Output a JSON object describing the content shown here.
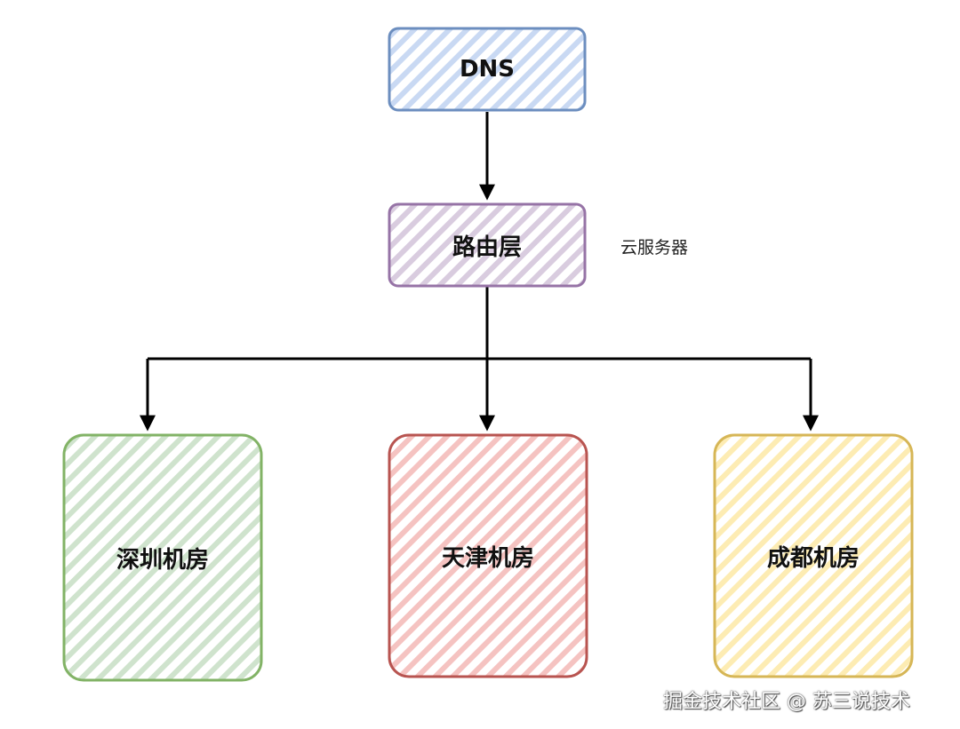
{
  "nodes": {
    "dns": {
      "label": "DNS",
      "fill": "#dae8fc",
      "stroke": "#6c8ebf"
    },
    "router": {
      "label": "路由层",
      "fill": "#e1d5e7",
      "stroke": "#9673a6",
      "note": "云服务器"
    },
    "shenzhen": {
      "label": "深圳机房",
      "fill": "#d5e8d4",
      "stroke": "#82b366"
    },
    "tianjin": {
      "label": "天津机房",
      "fill": "#f8cecc",
      "stroke": "#b85450"
    },
    "chengdu": {
      "label": "成都机房",
      "fill": "#fff2cc",
      "stroke": "#d6b656"
    }
  },
  "watermark": "掘金技术社区 @ 苏三说技术"
}
